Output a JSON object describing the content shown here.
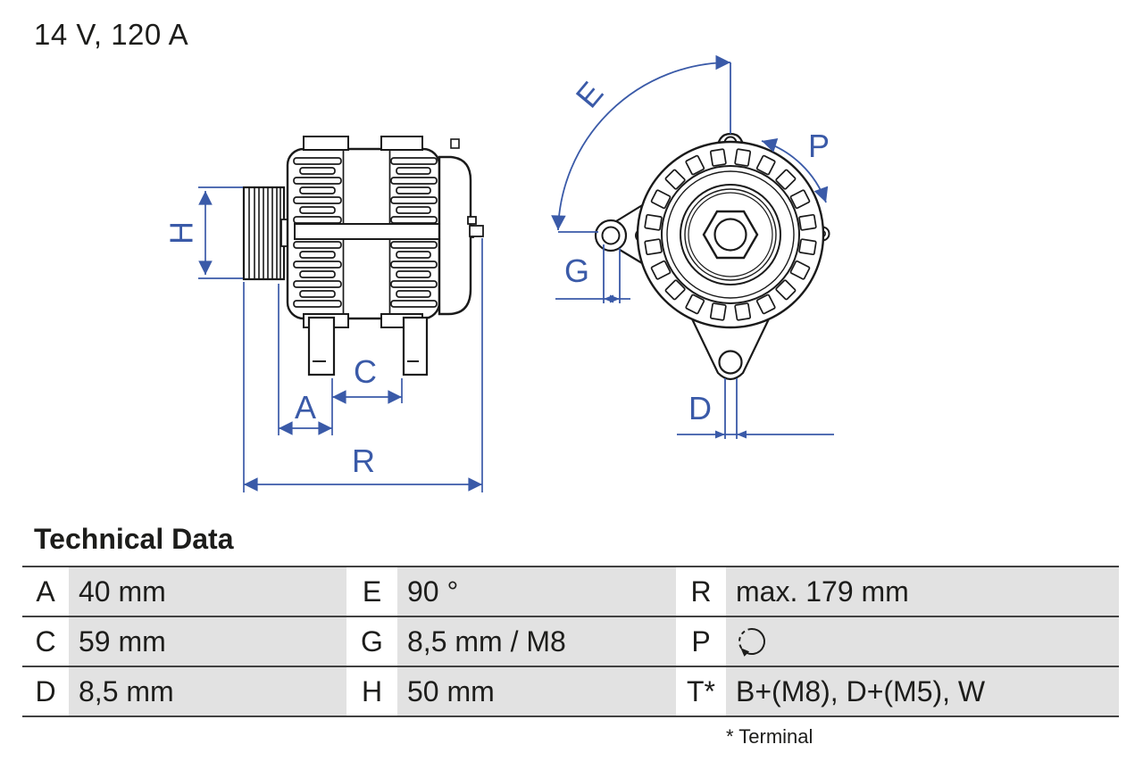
{
  "header": {
    "title": "14 V, 120 A"
  },
  "diagram": {
    "line_color_blue": "#3a5aa8",
    "line_color_black": "#1a1a1a",
    "side_view_labels": {
      "H": "H",
      "A": "A",
      "C": "C",
      "R": "R"
    },
    "front_view_labels": {
      "E": "E",
      "P": "P",
      "G": "G",
      "D": "D"
    }
  },
  "table": {
    "heading": "Technical Data",
    "rows": [
      {
        "cells": [
          {
            "key": "A",
            "value": "40 mm"
          },
          {
            "key": "E",
            "value": "90 °"
          },
          {
            "key": "R",
            "value": "max. 179 mm"
          }
        ]
      },
      {
        "cells": [
          {
            "key": "C",
            "value": "59 mm"
          },
          {
            "key": "G",
            "value": "8,5 mm / M8"
          },
          {
            "key": "P",
            "value": "",
            "icon": "rotation-cw-icon"
          }
        ]
      },
      {
        "cells": [
          {
            "key": "D",
            "value": "8,5 mm"
          },
          {
            "key": "H",
            "value": "50 mm"
          },
          {
            "key": "T*",
            "value": "B+(M8), D+(M5), W"
          }
        ]
      }
    ],
    "footnote": "* Terminal"
  }
}
